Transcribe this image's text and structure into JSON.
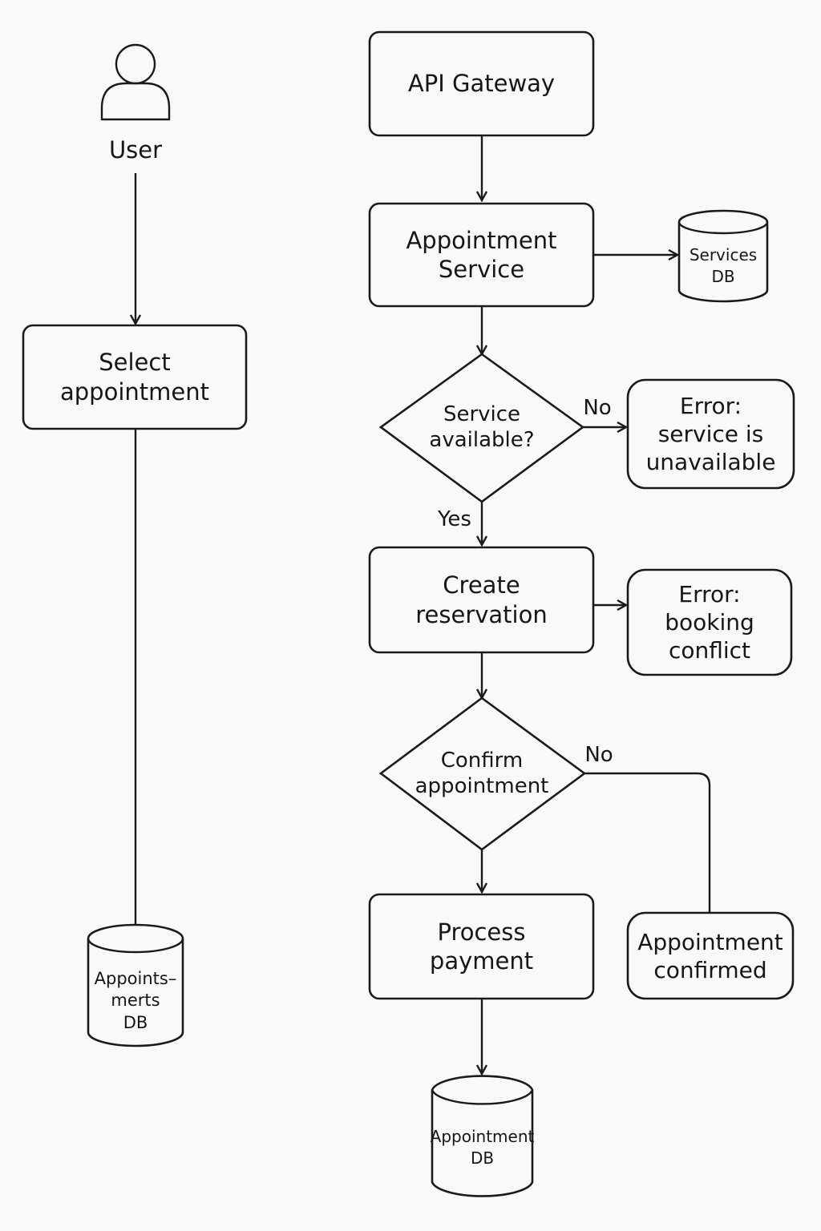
{
  "actor": {
    "label": "User"
  },
  "nodes": {
    "select_appointment": "Select\nappointment",
    "api_gateway": "API Gateway",
    "appointment_service": "Appointment\nService",
    "services_db": "Services\nDB",
    "service_available": "Service\navailable?",
    "error_service_unavailable": "Error:\nservice is\nunavailable",
    "create_reservation": "Create\nreservation",
    "error_booking_conflict": "Error:\nbooking\nconflict",
    "confirm_appointment": "Confirm\nappointment",
    "process_payment": "Process\npayment",
    "appointment_confirmed": "Appointment\nconfirmed",
    "appointments_db": "Appoints–\nmerts\nDB",
    "appointment_db": "Appointment\nDB"
  },
  "edge_labels": {
    "service_no": "No",
    "service_yes": "Yes",
    "confirm_no": "No"
  }
}
